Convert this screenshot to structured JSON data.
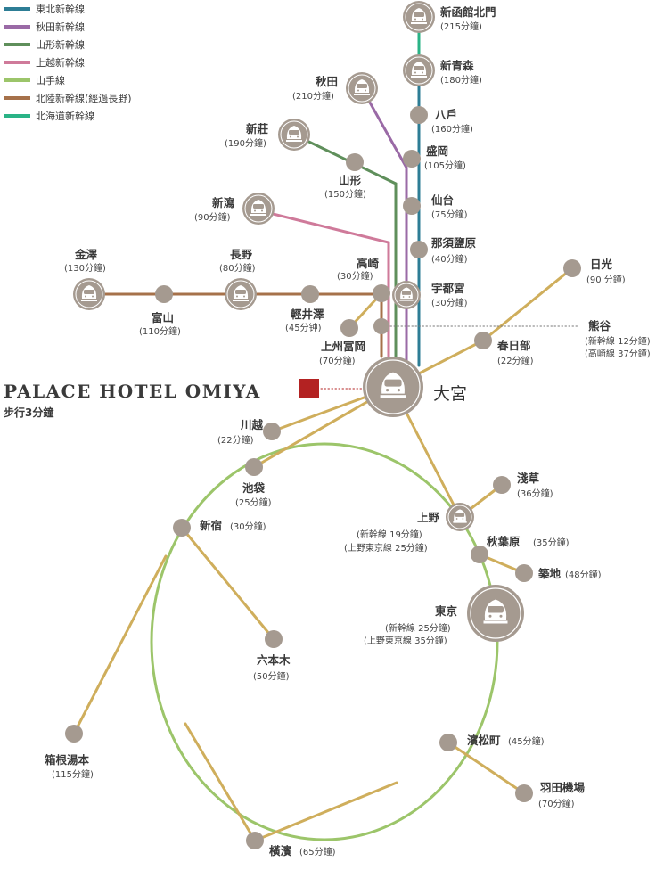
{
  "colors": {
    "tohoku": "#2d7d95",
    "akita": "#9a6aa6",
    "yamagata": "#5f8f5b",
    "joetsu": "#cf7a9a",
    "yamanote": "#9cc56a",
    "hokuriku": "#a6714a",
    "hokkaido": "#2ab386",
    "connector": "#cfae5c",
    "node": "#a59a90",
    "hotel_marker": "#b32222"
  },
  "legend": [
    {
      "label": "東北新幹線",
      "color_key": "tohoku"
    },
    {
      "label": "秋田新幹線",
      "color_key": "akita"
    },
    {
      "label": "山形新幹線",
      "color_key": "yamagata"
    },
    {
      "label": "上越新幹線",
      "color_key": "joetsu"
    },
    {
      "label": "山手線",
      "color_key": "yamanote"
    },
    {
      "label": "北陸新幹線(經過長野)",
      "color_key": "hokuriku"
    },
    {
      "label": "北海道新幹線",
      "color_key": "hokkaido"
    }
  ],
  "hotel": {
    "name": "PALACE HOTEL OMIYA",
    "walk": "步行3分鐘"
  },
  "hub": {
    "name": "大宮"
  },
  "stations": {
    "shinhakodate": {
      "name": "新函館北門",
      "time": "(215分鐘)"
    },
    "shinaomori": {
      "name": "新青森",
      "time": "(180分鐘)"
    },
    "hachinohe": {
      "name": "八戶",
      "time": "(160分鐘)"
    },
    "morioka": {
      "name": "盛岡",
      "time": "(105分鐘)"
    },
    "sendai": {
      "name": "仙台",
      "time": "(75分鐘)"
    },
    "nasushiobara": {
      "name": "那須鹽原",
      "time": "(40分鐘)"
    },
    "utsunomiya": {
      "name": "宇都宮",
      "time": "(30分鐘)"
    },
    "akita": {
      "name": "秋田",
      "time": "(210分鐘)"
    },
    "shinjo": {
      "name": "新莊",
      "time": "(190分鐘)"
    },
    "yamagata": {
      "name": "山形",
      "time": "(150分鐘)"
    },
    "niigata": {
      "name": "新瀉",
      "time": "(90分鐘)"
    },
    "takasaki": {
      "name": "高崎",
      "time": "(30分鐘)"
    },
    "kanazawa": {
      "name": "金澤",
      "time": "(130分鐘)"
    },
    "toyama": {
      "name": "富山",
      "time": "(110分鐘)"
    },
    "nagano": {
      "name": "長野",
      "time": "(80分鐘)"
    },
    "karuizawa": {
      "name": "輕井澤",
      "time": "(45分钟)"
    },
    "tomioka": {
      "name": "上州富岡",
      "time": "(70分鐘)"
    },
    "nikko": {
      "name": "日光",
      "time": "(90 分鐘)"
    },
    "kumagaya": {
      "name": "熊谷",
      "time1": "(新幹線 12分鐘)",
      "time2": "(高崎線 37分鐘)"
    },
    "kasukabe": {
      "name": "春日部",
      "time": "(22分鐘)"
    },
    "kawagoe": {
      "name": "川越",
      "time": "(22分鐘)"
    },
    "ikebukuro": {
      "name": "池袋",
      "time": "(25分鐘)"
    },
    "shinjuku": {
      "name": "新宿",
      "time": "(30分鐘)"
    },
    "roppongi": {
      "name": "六本木",
      "time": "(50分鐘)"
    },
    "hakone": {
      "name": "箱根湯本",
      "time": "(115分鐘)"
    },
    "ueno": {
      "name": "上野",
      "time1": "(新幹線 19分鐘)",
      "time2": "(上野東京線 25分鐘)"
    },
    "asakusa": {
      "name": "淺草",
      "time": "(36分鐘)"
    },
    "akihabara": {
      "name": "秋葉原",
      "time": "(35分鐘)"
    },
    "tsukiji": {
      "name": "築地",
      "time": "(48分鐘)"
    },
    "tokyo": {
      "name": "東京",
      "time1": "(新幹線 25分鐘)",
      "time2": "(上野東京線 35分鐘)"
    },
    "hamamatsucho": {
      "name": "濱松町",
      "time": "(45分鐘)"
    },
    "haneda": {
      "name": "羽田機場",
      "time": "(70分鐘)"
    },
    "yokohama": {
      "name": "橫濱",
      "time": "(65分鐘)"
    }
  }
}
